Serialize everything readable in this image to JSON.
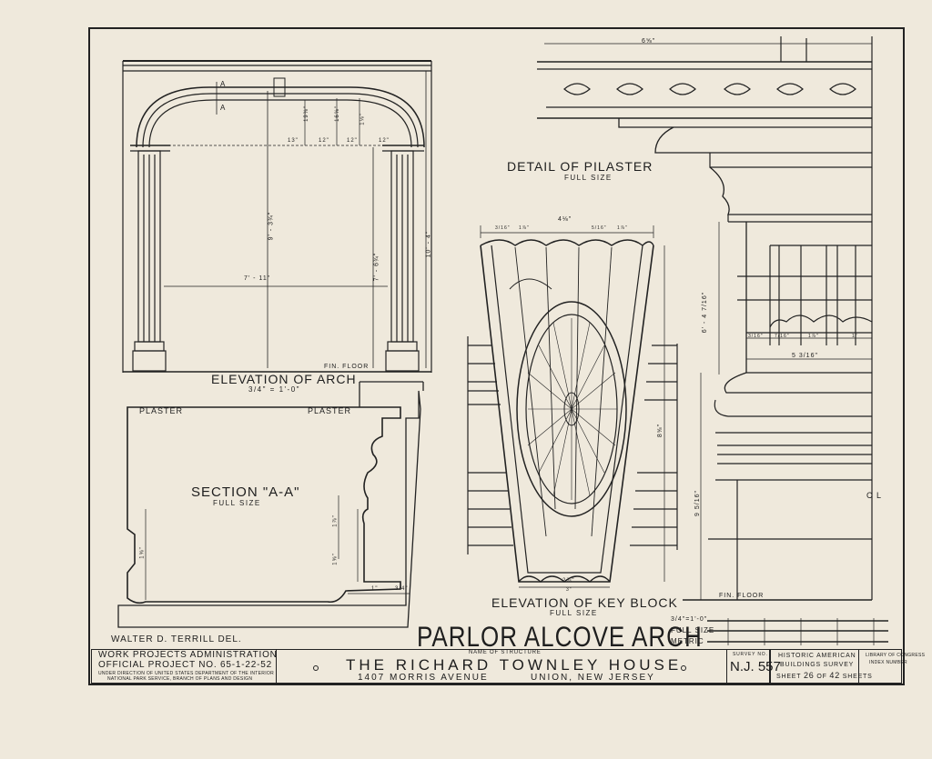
{
  "views": {
    "elevation_arch": {
      "title": "ELEVATION OF ARCH",
      "scale": "3/4\" = 1'-0\""
    },
    "section_aa": {
      "title": "SECTION \"A-A\"",
      "scale": "FULL SIZE"
    },
    "pilaster": {
      "title": "DETAIL OF PILASTER",
      "scale": "FULL SIZE"
    },
    "key_block": {
      "title": "ELEVATION OF KEY BLOCK",
      "scale": "FULL SIZE"
    }
  },
  "labels": {
    "plaster_left": "PLASTER",
    "plaster_right": "PLASTER",
    "fin_floor_arch": "FIN. FLOOR",
    "fin_floor_pilaster": "FIN. FLOOR",
    "centerline": "C L",
    "section_mark_a1": "A",
    "section_mark_a2": "A"
  },
  "dimensions": {
    "arch_width": "7' - 11\"",
    "arch_height_left": "9' - 3¾\"",
    "arch_height_inner": "7' - 6¾\"",
    "arch_height_right": "10' - 4\"",
    "arch_top_1": "13\"",
    "arch_top_2": "12\"",
    "arch_top_3": "12\"",
    "arch_top_4": "12\"",
    "arch_rise_1": "19⅜\"",
    "arch_rise_2": "16⅝\"",
    "arch_rise_3": "1⅛\"",
    "pilaster_width_top": "6⅝\"",
    "pilaster_height": "6' - 4 7/16\"",
    "pilaster_base_width": "5 3/16\"",
    "pilaster_lower_height": "9 5/16\"",
    "pilaster_detail_1": "3/16\"",
    "pilaster_detail_2": "7/16\"",
    "pilaster_detail_3": "1⅞\"",
    "pilaster_detail_4": "1\"",
    "keyblock_width_top": "4⅛\"",
    "keyblock_width_bottom": "2⅞\"",
    "keyblock_bottom_2": "3\"",
    "keyblock_height": "8⅝\"",
    "keyblock_top_1": "3/16\"",
    "keyblock_top_2": "1⅞\"",
    "keyblock_top_3": "5/16\"",
    "keyblock_top_4": "1⅞\"",
    "section_1": "1⅝\"",
    "section_2": "1⅞\"",
    "section_3": "1⅝\"",
    "section_4": "1\"",
    "section_5": "3/4\""
  },
  "credits": {
    "draftsman": "WALTER D. TERRILL DEL."
  },
  "sheet_title": "PARLOR ALCOVE ARCH",
  "scales": {
    "line1": "3/4\"=1'-0\"",
    "line2": "FULL SIZE",
    "line3": "METRIC"
  },
  "title_block": {
    "wpa_line1": "WORK PROJECTS ADMINISTRATION",
    "wpa_line2": "OFFICIAL PROJECT NO. 65-1-22-52",
    "wpa_line3": "UNDER DIRECTION OF UNITED STATES DEPARTMENT OF THE INTERIOR",
    "wpa_line4": "NATIONAL PARK SERVICE, BRANCH OF PLANS AND DESIGN",
    "name_caption": "NAME OF STRUCTURE",
    "structure_name": "THE RICHARD TOWNLEY HOUSE",
    "address": "1407 MORRIS AVENUE",
    "city": "UNION, NEW JERSEY",
    "survey_caption": "SURVEY NO.",
    "survey_no": "N.J. 557",
    "habs_line1": "HISTORIC AMERICAN",
    "habs_line2": "BUILDINGS SURVEY",
    "sheet_prefix": "SHEET",
    "sheet_no": "26",
    "sheet_of": "OF",
    "sheet_total": "42",
    "sheet_suffix": "SHEETS",
    "library_line1": "LIBRARY OF CONGRESS",
    "library_line2": "INDEX NUMBER"
  }
}
